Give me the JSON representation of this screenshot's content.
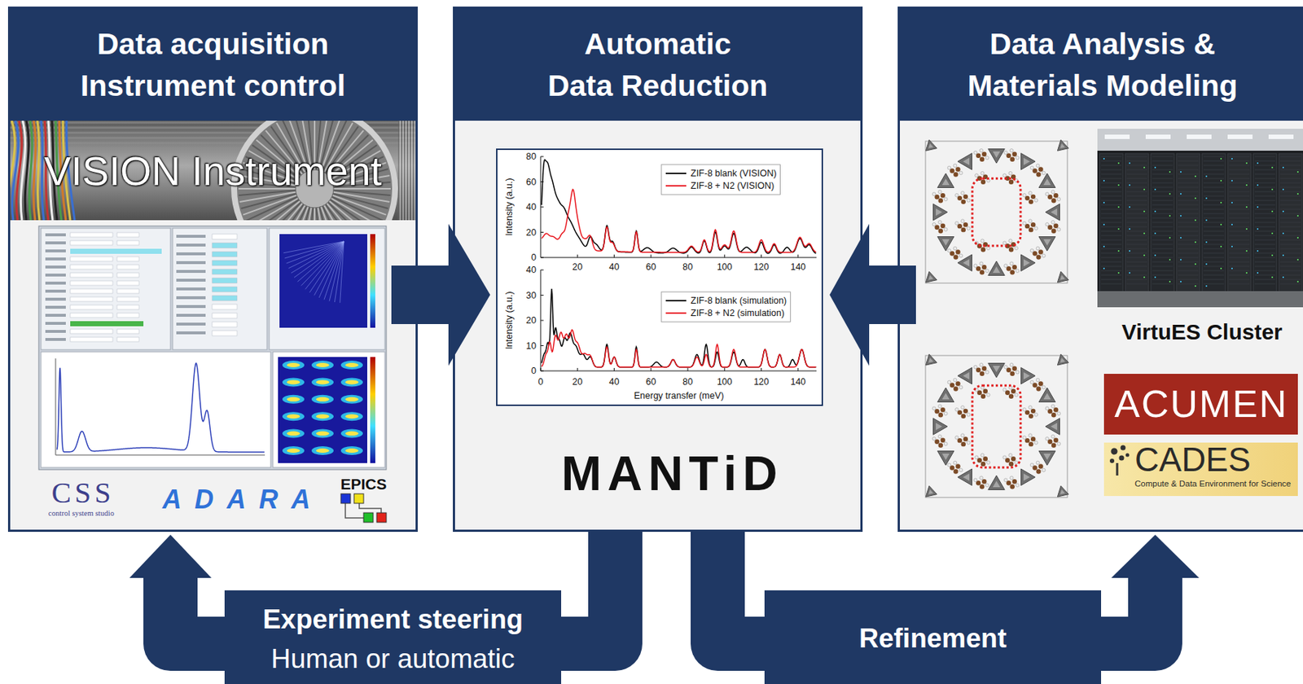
{
  "diagram": {
    "nodes": [
      {
        "text": [
          "Data acquisition Instrument control"
        ]
      },
      {
        "text": [
          "Automatic Data Reduction"
        ]
      },
      {
        "text": [
          "Data Analysis & Materials Modeling"
        ]
      }
    ],
    "edges": [
      {
        "from": 0,
        "to": 1,
        "arrow": "to"
      },
      {
        "from": 2,
        "to": 1,
        "arrow": "to"
      },
      {
        "from": 1,
        "to": 0,
        "label": "Experiment steering",
        "arrow": "to"
      },
      {
        "from": 1,
        "to": 2,
        "label": "Refinement",
        "arrow": "to"
      }
    ],
    "labels": [
      "VISION Instrument",
      "CSS",
      "control system studio",
      "ADARA",
      "EPICS",
      "80",
      "60",
      "40",
      "20",
      "0",
      "20",
      "40",
      "60",
      "80",
      "100",
      "120",
      "140",
      "40",
      "30",
      "20",
      "10",
      "0",
      "0",
      "20",
      "40",
      "60",
      "80",
      "100",
      "120",
      "140",
      "Intensity (a.u.)",
      "Intensity (a.u.)",
      "Energy transfer (meV)",
      "MANTiD",
      "VirtuES Cluster",
      "ACUMEN",
      "CADES",
      "Compute & Data Environment for Science",
      "Human or automatic"
    ],
    "legend": [
      {
        "text": "ZIF-8 blank (VISION)"
      },
      {
        "text": "ZIF-8 + N2 (VISION)"
      },
      {
        "text": "ZIF-8 blank (simulation)"
      },
      {
        "text": "ZIF-8 + N2 (simulation)"
      }
    ]
  }
}
